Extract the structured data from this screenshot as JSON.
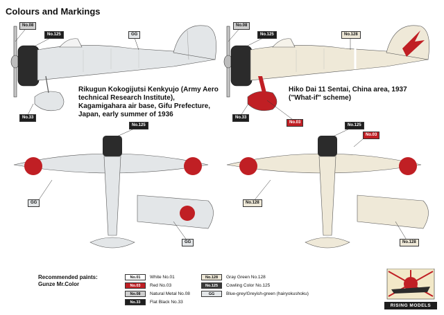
{
  "title": "Colours and Markings",
  "captions": {
    "left": "Rikugun Kokogijutsi Kenkyujo (Army Aero\ntechnical Research Institute),\nKagamigahara air base, Gifu Prefecture,\nJapan, early summer of 1936",
    "right": "Hiko Dai  11 Sentai, China area, 1937\n(\"What-if\" scheme)"
  },
  "tags": {
    "l_no08": "No.08",
    "l_no125": "No.125",
    "l_gg": "GG",
    "l_no33": "No.33",
    "r_no08": "No.08",
    "r_no125": "No.125",
    "r_no128": "No.128",
    "r_no33": "No.33",
    "r_no03": "No.03",
    "lt_no125": "No.125",
    "lt_gg": "GG",
    "lw_gg": "GG",
    "rt_no125": "No.125",
    "rt_no03": "No.03",
    "rt_no128": "No.128",
    "rw_no128": "No.128"
  },
  "recommended": "Recommended paints:\nGunze Mr.Color",
  "legend": [
    {
      "code": "No.01",
      "label": "White No.01",
      "color": "#ffffff",
      "text": "#111111"
    },
    {
      "code": "No.03",
      "label": "Red No.03",
      "color": "#c01f24",
      "text": "#ffffff"
    },
    {
      "code": "No.08",
      "label": "Natural Metal No.08",
      "color": "#cfcfcf",
      "text": "#111111"
    },
    {
      "code": "No.33",
      "label": "Flat Black No.33",
      "color": "#1e1e1e",
      "text": "#ffffff"
    },
    {
      "code": "No.128",
      "label": "Gray Green No.128",
      "color": "#efe9d8",
      "text": "#111111"
    },
    {
      "code": "No.125",
      "label": "Cowling Color No.125",
      "color": "#3a3a3a",
      "text": "#ffffff"
    },
    {
      "code": "GG",
      "label": "Blue-grey/Greyish-green (hairyokushoku)",
      "color": "#e3e6e8",
      "text": "#111111"
    }
  ],
  "logo_text": "RISING MODELS"
}
